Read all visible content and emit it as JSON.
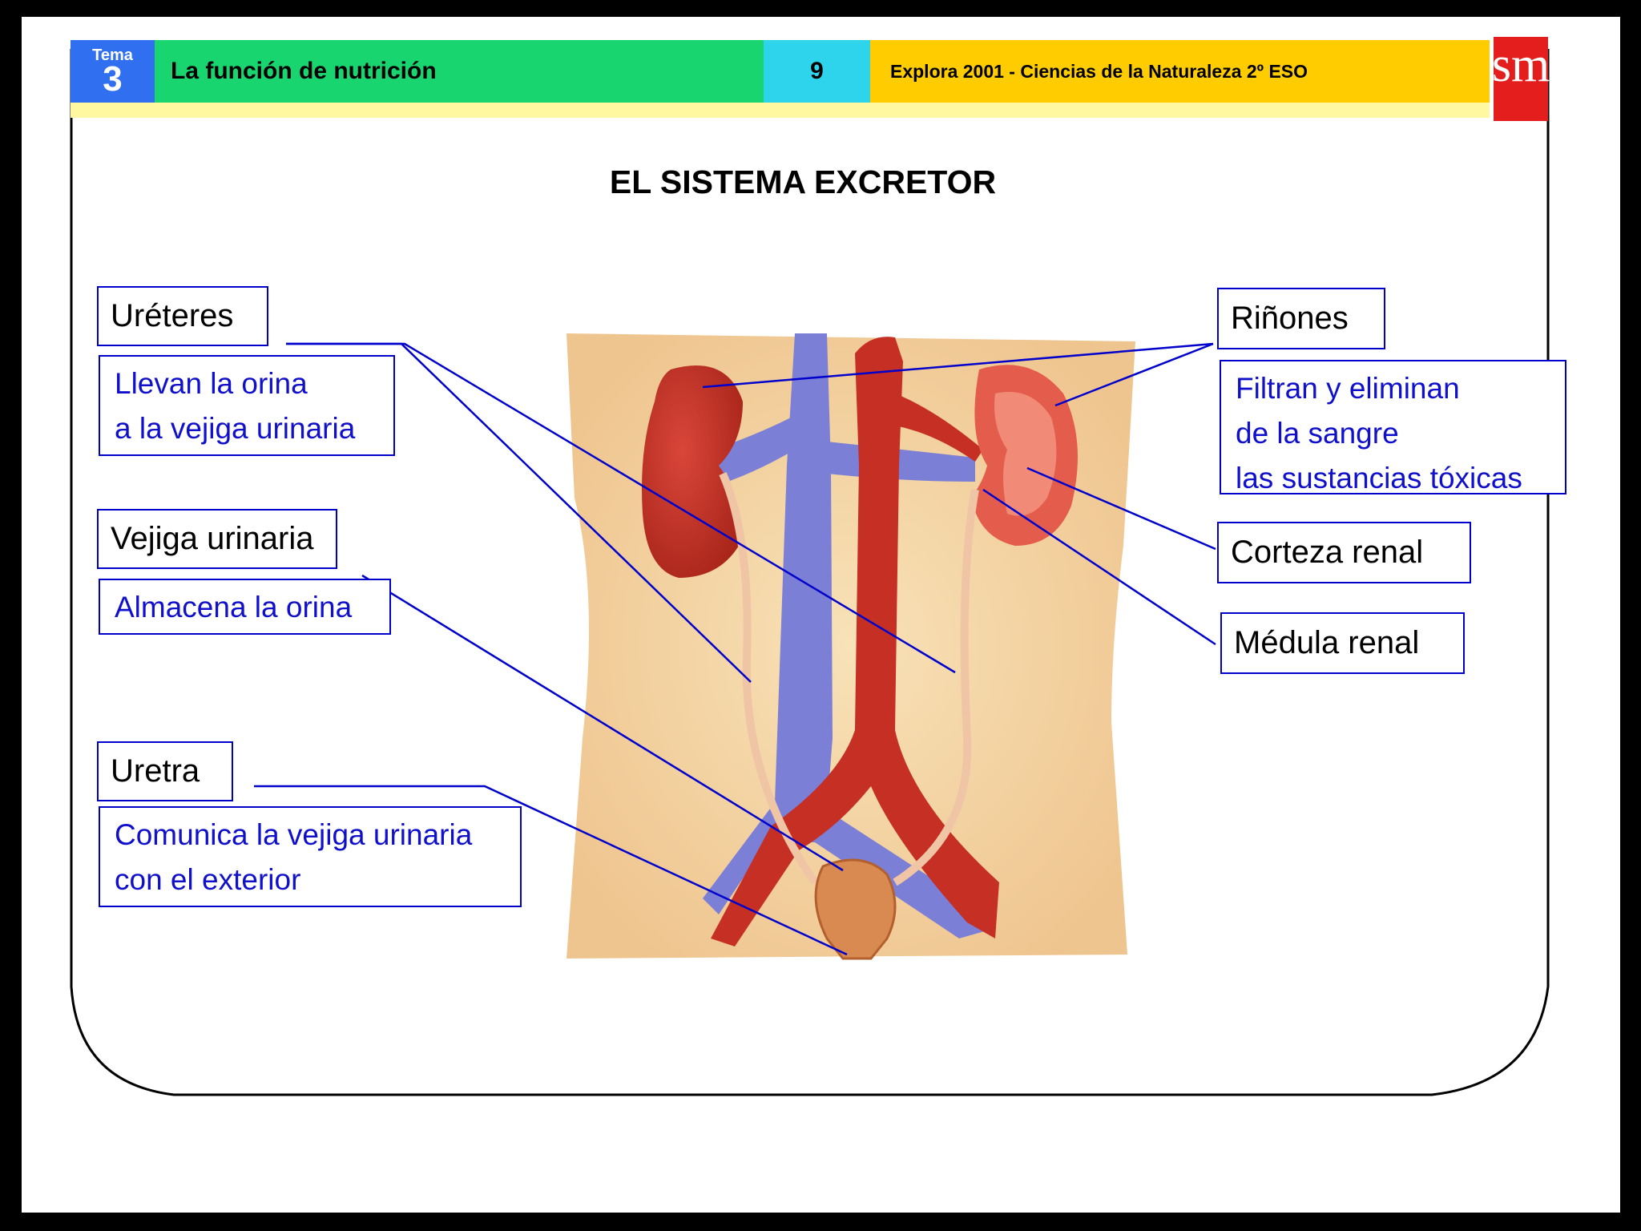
{
  "header": {
    "tema_label": "Tema",
    "tema_number": "3",
    "chapter_title": "La función de nutrición",
    "page_number": "9",
    "course": "Explora 2001 - Ciencias de la Naturaleza 2º ESO",
    "logo": "sm"
  },
  "title": "EL SISTEMA EXCRETOR",
  "labels": {
    "ureteres": {
      "name": "Uréteres",
      "desc": [
        "Llevan la orina",
        "a la vejiga urinaria"
      ]
    },
    "vejiga": {
      "name": "Vejiga urinaria",
      "desc": [
        "Almacena la orina"
      ]
    },
    "uretra": {
      "name": "Uretra",
      "desc": [
        "Comunica la vejiga urinaria",
        "con el exterior"
      ]
    },
    "rinones": {
      "name": "Riñones",
      "desc": [
        "Filtran y eliminan",
        "de la sangre",
        "las sustancias tóxicas"
      ]
    },
    "corteza": {
      "name": "Corteza renal"
    },
    "medula": {
      "name": "Médula renal"
    }
  },
  "colors": {
    "tema_blue": "#2f6ff0",
    "title_green": "#18d56f",
    "page_cyan": "#2dd4ec",
    "course_yellow": "#ffcc00",
    "logo_red": "#e41d1d",
    "label_border": "#0000cc",
    "kidney_red": "#c62f24",
    "vein_blue": "#7c7fd6",
    "skin": "#f5dcae"
  }
}
